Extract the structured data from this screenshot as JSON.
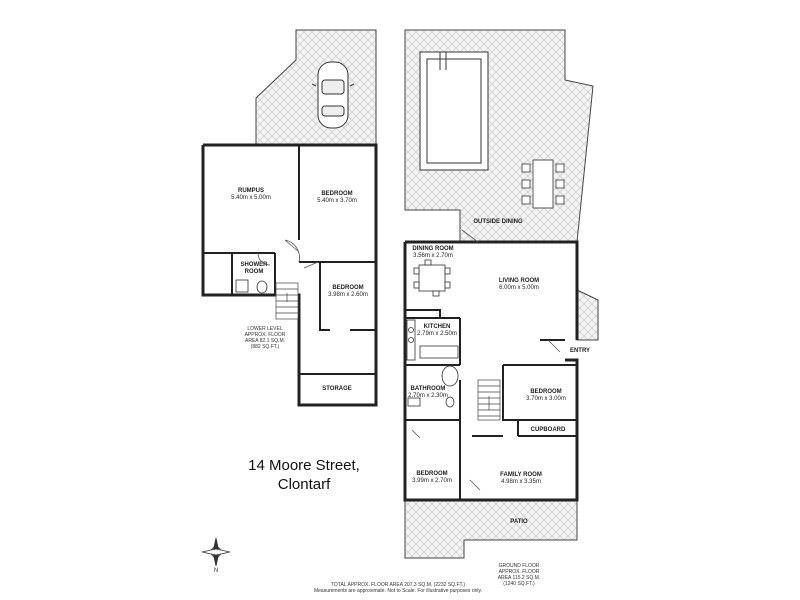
{
  "rooms": {
    "rumpus": {
      "name": "RUMPUS",
      "size": "5.40m x 5.00m"
    },
    "bedroom_lower_1": {
      "name": "BEDROOM",
      "size": "5.40m x 3.70m"
    },
    "shower_room": {
      "name": "SHOWER",
      "name2": "ROOM"
    },
    "bedroom_lower_2": {
      "name": "BEDROOM",
      "size": "3.98m x 2.60m"
    },
    "storage": {
      "name": "STORAGE"
    },
    "outside_dining": {
      "name": "OUTSIDE DINING"
    },
    "dining_room": {
      "name": "DINING ROOM",
      "size": "3.56m x 2.70m"
    },
    "living_room": {
      "name": "LIVING ROOM",
      "size": "6.00m x 5.00m"
    },
    "kitchen": {
      "name": "KITCHEN",
      "size": "2.79m x 2.50m"
    },
    "entry": {
      "name": "ENTRY"
    },
    "bathroom": {
      "name": "BATHROOM",
      "size": "2.70m x 2.30m"
    },
    "bedroom_ground_1": {
      "name": "BEDROOM",
      "size": "3.70m x 3.00m"
    },
    "cupboard": {
      "name": "CUPBOARD"
    },
    "family_room": {
      "name": "FAMILY ROOM",
      "size": "4.98m x 3.35m"
    },
    "bedroom_ground_2": {
      "name": "BEDROOM",
      "size": "3.99m x 2.70m"
    },
    "patio": {
      "name": "PATIO"
    }
  },
  "address": {
    "line1": "14 Moore Street,",
    "line2": "Clontarf"
  },
  "lower_level_area": {
    "line1": "LOWER LEVEL",
    "line2": "APPROX. FLOOR",
    "line3": "AREA 82.1 SQ.M.",
    "line4": "(882 SQ.FT.)"
  },
  "ground_floor_area": {
    "line1": "GROUND FLOOR",
    "line2": "APPROX. FLOOR",
    "line3": "AREA 115.2 SQ.M.",
    "line4": "(1240 SQ.FT.)"
  },
  "total_area": {
    "line1": "TOTAL APPROX. FLOOR AREA 207.3 SQ.M. (2232 SQ.FT.)",
    "line2": "Measurements are approximate. Not to Scale. For illustrative purposes only."
  },
  "compass": {
    "label": "N"
  },
  "colors": {
    "wall": "#222222",
    "hatch": "#c9c9c9",
    "outdoor_fill": "#f4f4f4"
  }
}
